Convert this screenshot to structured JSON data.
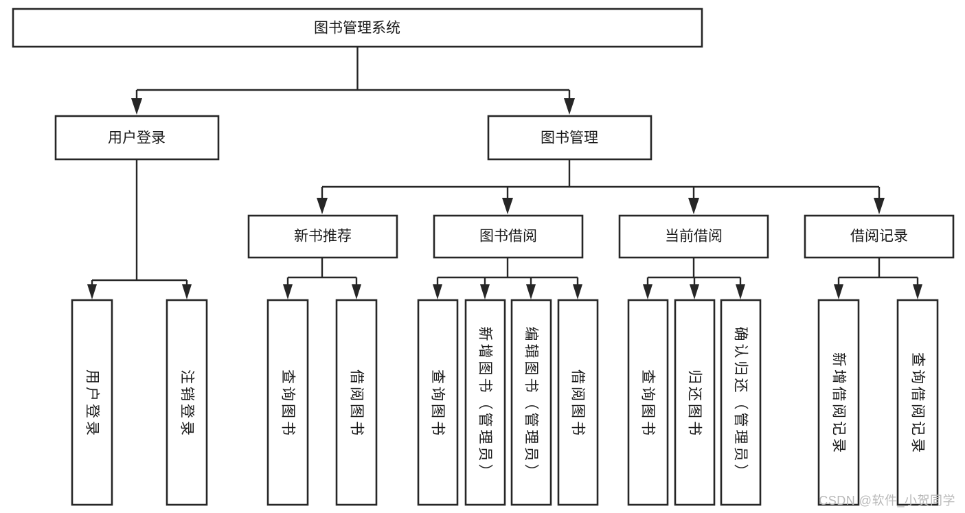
{
  "diagram": {
    "type": "tree-hierarchy",
    "title": "图书管理系统",
    "watermark": "CSDN @软件_小贺同学",
    "colors": {
      "box_stroke": "#262626",
      "box_fill": "#ffffff",
      "connector": "#262626",
      "text": "#1a1a1a",
      "watermark": "#b8b8b8",
      "background": "#ffffff"
    },
    "levels": {
      "root": {
        "label": "图书管理系统"
      },
      "level2": [
        {
          "label": "用户登录"
        },
        {
          "label": "图书管理"
        }
      ],
      "level3": [
        {
          "label": "新书推荐"
        },
        {
          "label": "图书借阅"
        },
        {
          "label": "当前借阅"
        },
        {
          "label": "借阅记录"
        }
      ],
      "leaves": [
        {
          "label": "用户登录",
          "parent": "用户登录"
        },
        {
          "label": "注销登录",
          "parent": "用户登录"
        },
        {
          "label": "查询图书",
          "parent": "新书推荐"
        },
        {
          "label": "借阅图书",
          "parent": "新书推荐"
        },
        {
          "label": "查询图书",
          "parent": "图书借阅"
        },
        {
          "label": "新增图书（管理员）",
          "parent": "图书借阅"
        },
        {
          "label": "编辑图书（管理员）",
          "parent": "图书借阅"
        },
        {
          "label": "借阅图书",
          "parent": "图书借阅"
        },
        {
          "label": "查询图书",
          "parent": "当前借阅"
        },
        {
          "label": "归还图书",
          "parent": "当前借阅"
        },
        {
          "label": "确认归还（管理员）",
          "parent": "当前借阅"
        },
        {
          "label": "新增借阅记录",
          "parent": "借阅记录"
        },
        {
          "label": "查询借阅记录",
          "parent": "借阅记录"
        }
      ]
    }
  }
}
